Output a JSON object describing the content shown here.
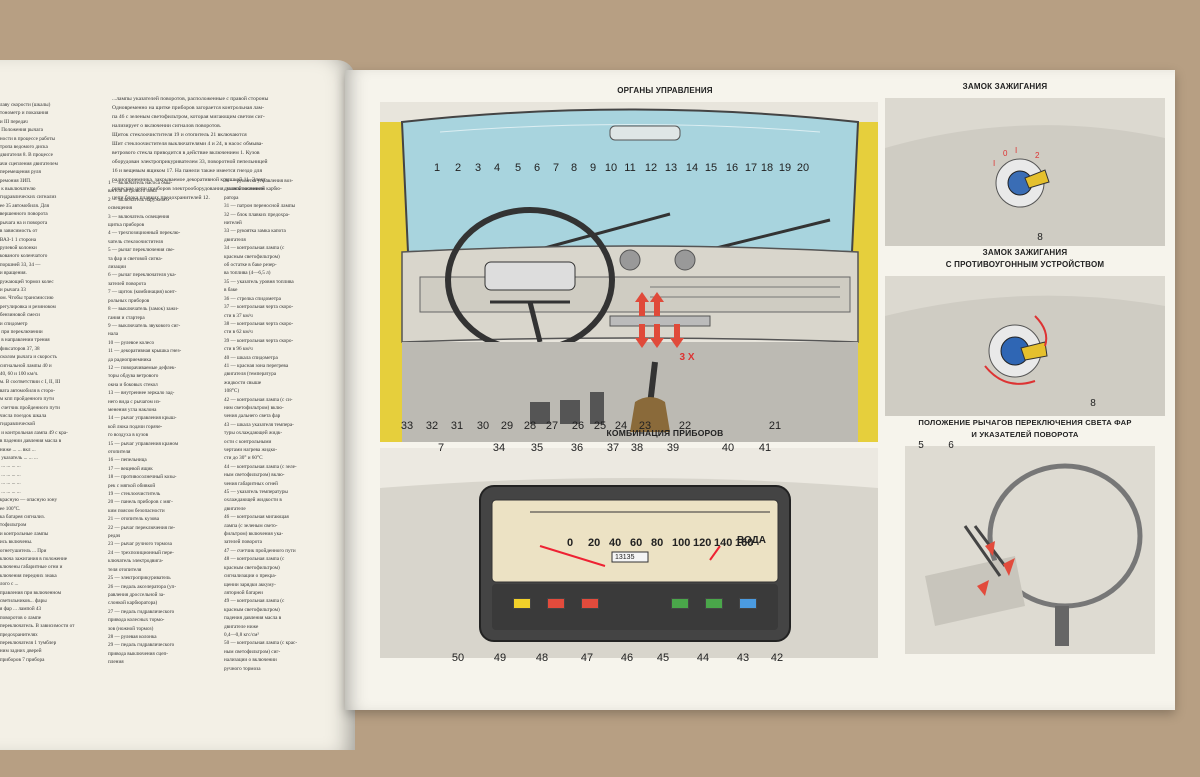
{
  "page_left": {
    "col1_lines": [
      "...лаву скорости (шкалы)",
      "...тонометр и показания",
      "...и III передач",
      "... Положения рычага",
      "...ности в процессе работы",
      "...тропа ведомого диска",
      "...двигателя 8. В процессе",
      "...ачи сцепления двигателем",
      "...перемещения руля",
      "...ремония ЗИП.",
      "... к выключателю",
      "...гидравлических сигнализ",
      "...ее 35 автомобиля. Для",
      "...вершенного поворота",
      "...рычага на и поворота",
      "...в зависимость от",
      "...ВАЗ-1 1 сторона",
      "...рулевой колонки",
      "...кованого коленчатого",
      "...поршней 33, 34 —",
      "...и вращения.",
      "",
      "...ружающей тормоз колес",
      "...и рычага 33",
      "...ом. Чтобы трансмиссию",
      "...регулировка и резиновом",
      "",
      "...бензиновой смеси",
      "...и спидометр",
      "... при переключении",
      "... в направлении трения",
      "...фиксаторов 37, 38",
      "...сколом рычага и скорость",
      "...сигнальной лампы 40 и",
      "...40, 60 и 100 км/ч.",
      "...м. В соответствии с I, II, III",
      "",
      "...вата автомобиля в сторо-",
      "...м кпп пройденного пути",
      "... счетчик пройденного пути",
      "...числа поездок шкала",
      "...гидравлической",
      "",
      "... и контрольная лампа 49 с кра-",
      "...в падении давления масла в",
      "...ниже ... ... вкл ...",
      "... указатель ... ... ...",
      "... ... ... ... ...",
      "... ... ... ... ...",
      "... ...  ... ... ...",
      "... ... ... ... ...",
      "...красную — опасную зону",
      "...ее 100°С.",
      "...ка батарея сигнализ.",
      "...тофильтром",
      "...и контрольные лампы",
      "...ись включены.",
      "...огнетушитель ... При",
      "...ключа зажигания в положение",
      "...ключены габаритные огни и",
      "...ключения передних знака",
      "...лого с ...",
      "...правления при включенном",
      "...светильников... фары",
      "...я фар ... лампой 43",
      "...поворотов о лампе",
      "...переключатель. В зависимости от",
      "...предохранителях",
      "...переключателя 1 тумблер",
      "...ним задних дверей",
      "",
      "...приборов 7 прибора"
    ],
    "col2_lines": [
      "...лампы указателей поворотов, расположенные с правой стороны",
      "Одновременно на щитке приборов загорается контрольная лам-",
      "па 46 с зеленым светофильтром, которая мигающим светом сиг-",
      "нализирует о включении сигналов поворотов.",
      "Щиток стеклоочистителя 19 и отопитель 21 включаются",
      "Шит стеклоочистителя выключателями 4 и 24, в насос обмыва-",
      "ветрового стекла приводится в действие включением 1. Кузов",
      "оборудован электроприкуривателем 33, поворотной пепельницей",
      "16 и вещевым ящиком 17. На панели также имеется гнездо для",
      "радиоприемника, закрываемое декоративной крышкой 11. Элект-",
      "рические цепи приборов электрооборудования, за исключением",
      "цепи блока плавких предохранителей 12."
    ],
    "legend_col1": [
      "1 — включатель насоса омы-",
      "вателя ветрового окна",
      "2 — включатель наружного",
      "освещения",
      "3 — включатель освещения",
      "щитка приборов",
      "4 — трехпозиционный переклю-",
      "чатель стеклоочистителя",
      "5 — рычаг переключения све-",
      "та фар и световой сигна-",
      "лизации",
      "6 — рычаг переключателя ука-",
      "зателей поворота",
      "7 — щиток (комбинация) конт-",
      "рольных приборов",
      "8 — выключатель (замок) зажи-",
      "гания и стартера",
      "9 — выключатель звукового сиг-",
      "нала",
      "10 — рулевое колесо",
      "11 — декоративная крышка гнез-",
      "да радиоприемника",
      "12 — поворачиваемые дефлек-",
      "торы обдува ветрового",
      "окна и боковых стекол",
      "13 — внутреннее зеркало зад-",
      "него вида с рычагом из-",
      "менения угла наклона",
      "14 — рычаг управления крыш-",
      "кой люка подачи горяче-",
      "го воздуха в кузов",
      "15 — рычаг управления краном",
      "отопителя",
      "16 — пепельница",
      "17 — вещевой ящик",
      "18 — противосолнечный козы-",
      "рек с мягкой обивкой",
      "19 — стеклоочиститель",
      "20 — панель приборов с мяг-",
      "ким поясом безопасности",
      "21 — отопитель кузова",
      "22 — рычаг переключения пе-",
      "редач",
      "23 — рычаг ручного тормоза",
      "24 — трехпозиционный пере-",
      "ключатель электродвига-",
      "теля отопителя",
      "25 — электроприкуриватель",
      "26 — педаль акселератора (уп-",
      "равления дроссельной за-",
      "слонкой карбюратора)",
      "27 — педаль гидравлического",
      "привода колесных тормо-",
      "зов (ножной тормоз)",
      "28 — рулевая колонка",
      "29 — педаль гидравлического",
      "привода выключения сцеп-",
      "пления"
    ],
    "legend_col2": [
      "30 — рукоятка управления воз-",
      "душной заслонкой карбю-",
      "ратора",
      "31 — патрон переносной лампы",
      "32 — блок плавких предохра-",
      "нителей",
      "33 — рукоятка замка капота",
      "двигателя",
      "34 — контрольная лампа (с",
      "красным светофильтром)",
      "об остатке в баке резер-",
      "ва топлива (4—6,5 л)",
      "35 — указатель уровня топлива",
      "в баке",
      "36 — стрелка спидометра",
      "37 — контрольная черта скоро-",
      "сти в 37 км/ч",
      "38 — контрольная черта скоро-",
      "сти в 62 км/ч",
      "39 — контрольная черта скоро-",
      "сти в 96 км/ч",
      "40 — шкала спидометра",
      "41 — красная зона перегрева",
      "двигателя (температура",
      "жидкости свыше",
      "108°С)",
      "42 — контрольная лампа (с си-",
      "ним светофильтром) вклю-",
      "чения дальнего света фар",
      "43 — шкала указателя темпера-",
      "туры охлаждающей жидк-",
      "ости с контрольными",
      "чертами нагрева жидко-",
      "сти до 30° и 60°С",
      "44 — контрольная лампа (с зеле-",
      "ным светофильтром) вклю-",
      "чения габаритных огней",
      "45 — указатель температуры",
      "охлаждающей жидкости в",
      "двигателе",
      "46 — контрольная мигающая",
      "лампа (с зеленым свето-",
      "фильтром) включения ука-",
      "зателей поворота",
      "47 — счетчик пройденного пути",
      "48 — контрольная лампа (с",
      "красным светофильтром)",
      "сигнализации о прекра-",
      "щении зарядки аккуму-",
      "ляторной батареи",
      "49 — контрольная лампа (с",
      "красным светофильтром)",
      "падения давления масла в",
      "двигателе ниже",
      "0,4—0,8 кгс/см²",
      "50 — контрольная лампа (с крас-",
      "ным светофильтром) сиг-",
      "нализации о включении",
      "ручного тормоза"
    ]
  },
  "headings": {
    "controls": "ОРГАНЫ УПРАВЛЕНИЯ",
    "ignition_lock": "ЗАМОК ЗАЖИГАНИЯ",
    "ignition_lock_antitheft_1": "ЗАМОК ЗАЖИГАНИЯ",
    "ignition_lock_antitheft_2": "С ПРОТИВОУГОННЫМ УСТРОЙСТВОМ",
    "lever_position_1": "ПОЛОЖЕНИЕ РЫЧАГОВ ПЕРЕКЛЮЧЕНИЯ СВЕТА ФАР",
    "lever_position_2": "И УКАЗАТЕЛЕЙ ПОВОРОТА",
    "instrument_cluster": "КОМБИНАЦИЯ ПРИБОРОВ"
  },
  "dash_numbers_top": [
    "1",
    "2",
    "3",
    "4",
    "5",
    "6",
    "7",
    "8",
    "9",
    "10",
    "11",
    "12",
    "13",
    "14",
    "15",
    "16",
    "17",
    "18",
    "19",
    "20"
  ],
  "dash_numbers_bottom": [
    "33",
    "32",
    "31",
    "30",
    "29",
    "28",
    "27",
    "26",
    "25",
    "24",
    "23",
    "22",
    "21"
  ],
  "gear_labels": {
    "r": "3 Х"
  },
  "cluster_numbers_top": [
    "7",
    "34",
    "35",
    "36",
    "37",
    "38",
    "39",
    "40",
    "41"
  ],
  "cluster_numbers_bottom": [
    "50",
    "49",
    "48",
    "47",
    "46",
    "45",
    "44",
    "43",
    "42"
  ],
  "speedometer_scale": [
    "0",
    "20",
    "40",
    "60",
    "80",
    "100",
    "120",
    "140",
    "160"
  ],
  "water_label": "ВОДА",
  "odometer": "13135",
  "ignition_numbers": {
    "lock1": "8",
    "lock2": "8",
    "lever_5": "5",
    "lever_6": "6"
  },
  "lamp_colors": [
    "#f2d12a",
    "#e24b3c",
    "#e24b3c",
    "#4aa64a",
    "#4aa64a",
    "#4b9be0"
  ]
}
